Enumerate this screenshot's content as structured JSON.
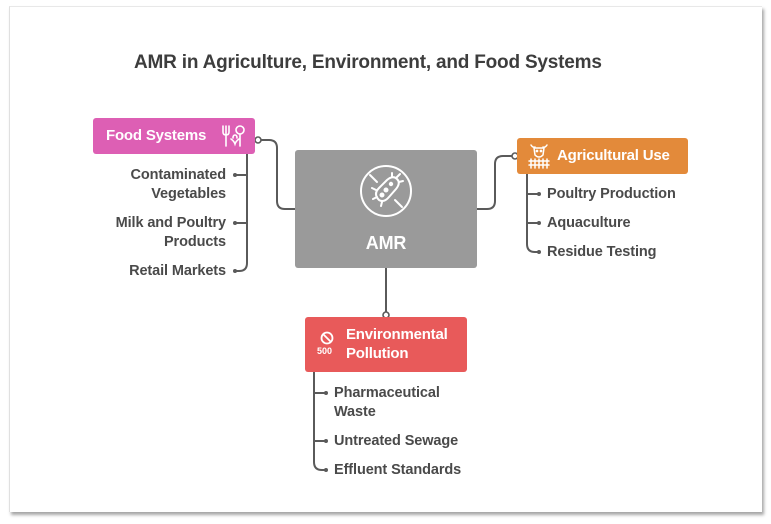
{
  "title": "AMR in Agriculture, Environment, and Food Systems",
  "center": {
    "label": "AMR",
    "icon": "no-bacteria-icon",
    "color": "#9a9a9a"
  },
  "branches": {
    "food": {
      "label": "Food Systems",
      "icon": "food-utensils-icon",
      "color": "#dd5fb4",
      "items": [
        "Contaminated Vegetables",
        "Milk and Poultry Products",
        "Retail Markets"
      ],
      "item_lines": [
        [
          "Contaminated",
          "Vegetables"
        ],
        [
          "Milk and Poultry",
          "Products"
        ],
        [
          "Retail Markets"
        ]
      ]
    },
    "agri": {
      "label": "Agricultural Use",
      "icon": "livestock-farm-icon",
      "color": "#e38a3a",
      "items": [
        "Poultry Production",
        "Aquaculture",
        "Residue Testing"
      ]
    },
    "env": {
      "label": "Environmental Pollution",
      "label_lines": [
        "Environmental",
        "Pollution"
      ],
      "icon": "no-pollution-icon",
      "icon_text": "500",
      "color": "#e85a5a",
      "items": [
        "Pharmaceutical Waste",
        "Untreated Sewage",
        "Effluent Standards"
      ],
      "item_lines": [
        [
          "Pharmaceutical",
          "Waste"
        ],
        [
          "Untreated Sewage"
        ],
        [
          "Effluent Standards"
        ]
      ]
    }
  },
  "connector_color": "#5a5a5a"
}
